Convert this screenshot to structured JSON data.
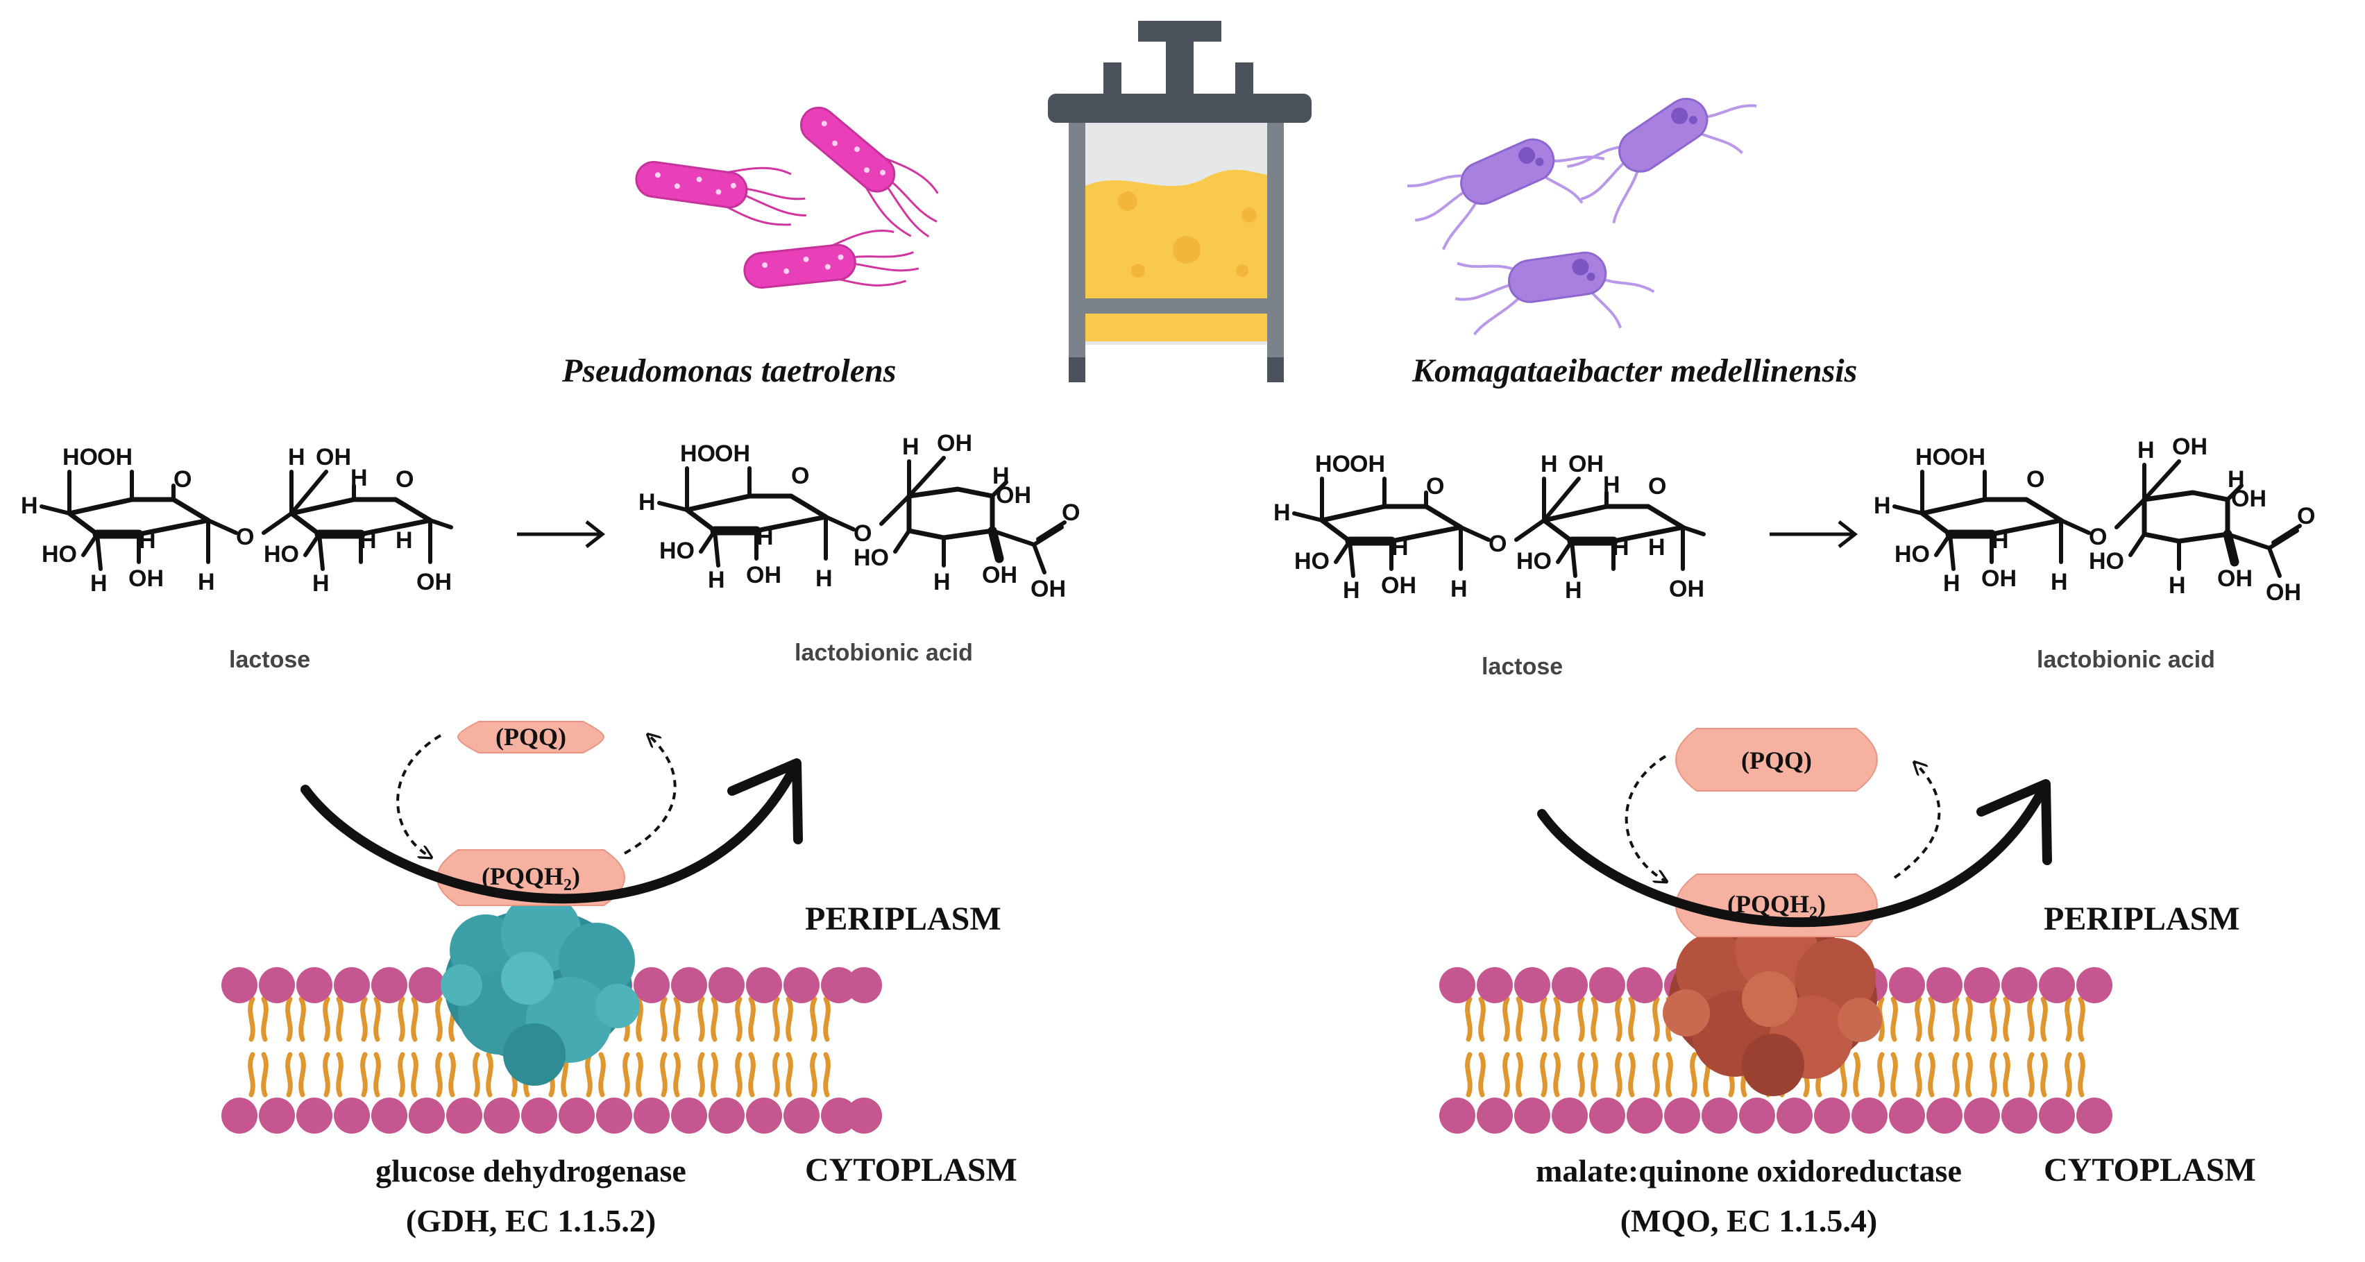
{
  "organisms": {
    "left": "Pseudomonas taetrolens",
    "right": "Komagataeibacter medellinensis"
  },
  "reaction": {
    "substrate": "lactose",
    "product": "lactobionic acid"
  },
  "atoms": {
    "H": "H",
    "OH": "OH",
    "HO": "HO",
    "O": "O"
  },
  "cofactor": {
    "oxidized": "(PQQ)",
    "reduced": "(PQQH",
    "reduced_sub": "2",
    "reduced_close": ")"
  },
  "regions": {
    "periplasm": "PERIPLASM",
    "cytoplasm": "CYTOPLASM"
  },
  "enzymes": {
    "left": {
      "name": "glucose dehydrogenase",
      "code": "(GDH, EC 1.1.5.2)"
    },
    "right": {
      "name": "malate:quinone oxidoreductase",
      "code": "(MQO, EC 1.1.5.4)"
    }
  },
  "colors": {
    "pseudomonas": "#e93fb8",
    "komagataeibacter": "#a780e0",
    "membrane_head": "#c5568f",
    "membrane_tail": "#e0962e",
    "cofactor_fill": "#f6b1a1",
    "gdh_protein": "#3c9ea6",
    "mqo_protein": "#b4523e",
    "bioreactor_liquid": "#f9c94c",
    "bioreactor_frame": "#4c525c"
  }
}
